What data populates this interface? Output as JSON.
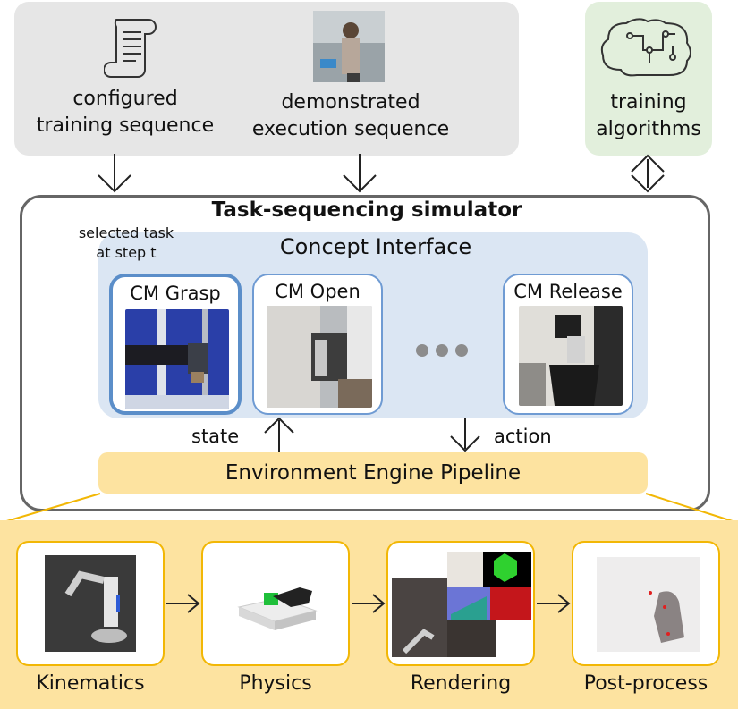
{
  "inputs": {
    "configured_line1": "configured",
    "configured_line2": "training sequence",
    "demonstrated_line1": "demonstrated",
    "demonstrated_line2": "execution sequence",
    "training_line1": "training",
    "training_line2": "algorithms"
  },
  "simulator": {
    "title": "Task-sequencing simulator",
    "selected_note_line1": "selected task",
    "selected_note_line2": "at step t",
    "concept_interface": "Concept Interface",
    "cards": [
      {
        "label": "CM Grasp"
      },
      {
        "label": "CM Open"
      },
      {
        "label": "CM Release"
      }
    ],
    "state_label": "state",
    "action_label": "action",
    "engine_label": "Environment Engine Pipeline"
  },
  "pipeline": {
    "stages": [
      {
        "label": "Kinematics"
      },
      {
        "label": "Physics"
      },
      {
        "label": "Rendering"
      },
      {
        "label": "Post-process"
      }
    ]
  },
  "colors": {
    "grey_panel": "#e6e6e6",
    "green_panel": "#e2efdc",
    "concept_bg": "#dbe6f3",
    "engine_bg": "#fde3a0",
    "stage_border": "#f2b705",
    "card_border": "#6f9bd3"
  },
  "icons": [
    "scroll-icon",
    "brain-circuit-icon",
    "ellipsis-icon"
  ]
}
